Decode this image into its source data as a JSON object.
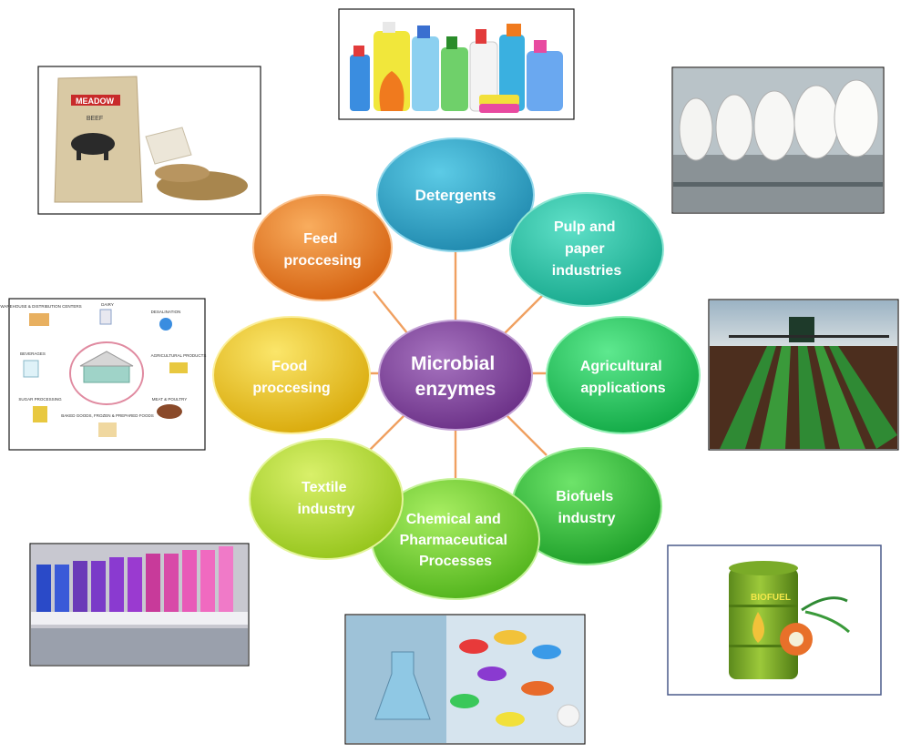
{
  "center": {
    "line1": "Microbial",
    "line2": "enzymes"
  },
  "applications": {
    "detergents": [
      "Detergents"
    ],
    "pulp_paper": [
      "Pulp and",
      "paper",
      "industries"
    ],
    "agricultural": [
      "Agricultural",
      "applications"
    ],
    "biofuels": [
      "Biofuels",
      "industry"
    ],
    "chemical": [
      "Chemical and",
      "Pharmaceutical",
      "Processes"
    ],
    "textile": [
      "Textile",
      "industry"
    ],
    "food": [
      "Food",
      "proccesing"
    ],
    "feed": [
      "Feed",
      "proccesing"
    ]
  },
  "photo_labels": {
    "feed_bag_brand": "MEADOW",
    "feed_bag_product": "BEEF",
    "food_warehouse": "WAREHOUSE & DISTRIBUTION CENTERS",
    "food_dairy": "DAIRY",
    "food_desalination": "DESALINATION",
    "food_beverages": "BEVERAGES",
    "food_agri": "AGRICULTURAL PRODUCTS",
    "food_sugar": "SUGAR PROCESSING",
    "food_baked": "BAKED GOODS, FROZEN & PREPARED FOODS",
    "food_meat": "MEAT & POULTRY",
    "biofuel_barrel": "BIOFUEL"
  },
  "colors": {
    "center": "#7b3e96",
    "detergents": "#2a9ec0",
    "pulp_paper": "#27c2a4",
    "agricultural": "#1ec75e",
    "biofuels": "#2bc23a",
    "chemical": "#6fd12a",
    "textile": "#b2de2a",
    "food": "#eec70c",
    "feed": "#ee7e1c",
    "connector": "#f0a060"
  }
}
